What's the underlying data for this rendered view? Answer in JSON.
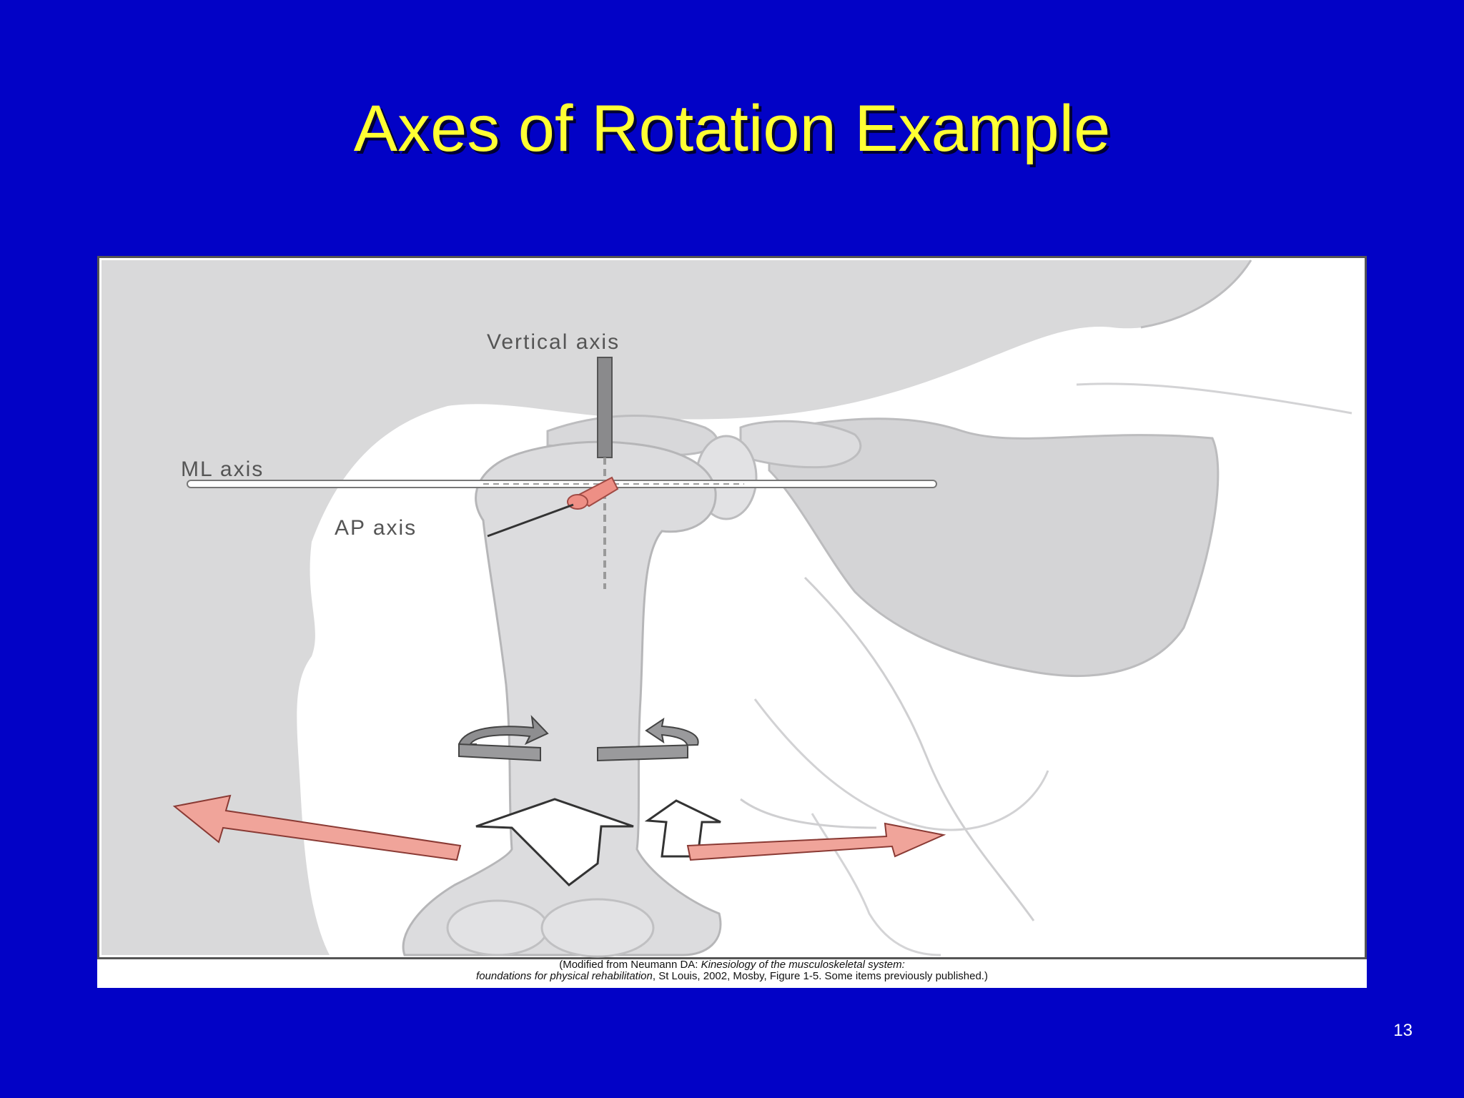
{
  "slide": {
    "title": "Axes of Rotation Example",
    "page_number": "13"
  },
  "figure": {
    "labels": {
      "vertical_axis": "Vertical axis",
      "ml_axis": "ML axis",
      "ap_axis": "AP axis"
    },
    "caption": {
      "line1_prefix": "(Modified from Neumann DA: ",
      "line1_italic": "Kinesiology of the musculoskeletal system:",
      "line2_italic": "foundations for physical rehabilitation",
      "line2_suffix": ", St Louis, 2002, Mosby, Figure 1-5. Some items previously published.)"
    }
  },
  "colors": {
    "background": "#0202c6",
    "title": "#ffff33",
    "body": "#d9d9da",
    "bone": "#dcdcde",
    "arrow_pink": "#f0a49a",
    "axis_rod": "#8a8a8c",
    "ap_cone": "#ee8f85"
  }
}
